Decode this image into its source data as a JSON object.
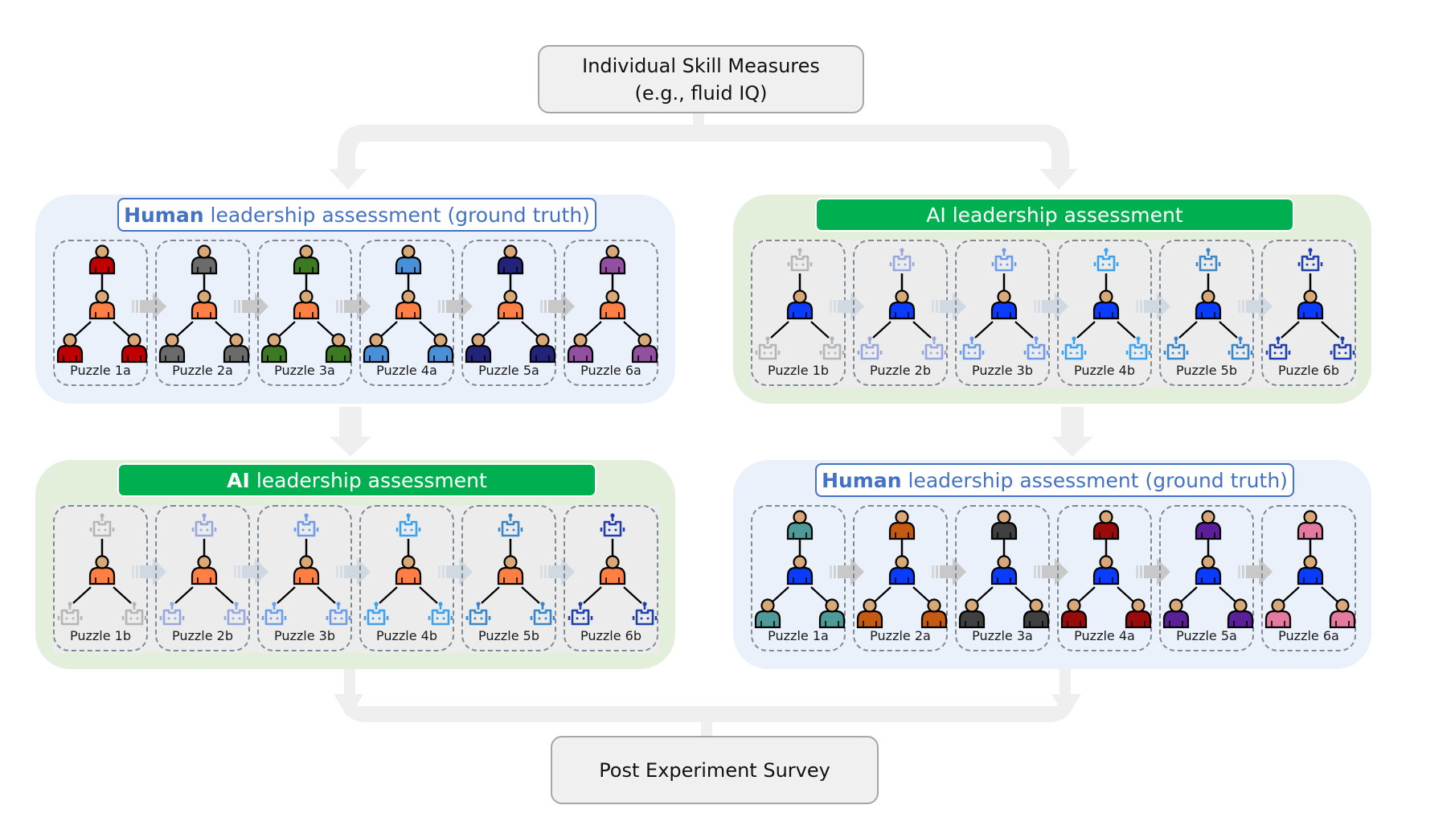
{
  "top_box": {
    "line1": "Individual Skill Measures",
    "line2": "(e.g., fluid IQ)"
  },
  "bottom_box": {
    "label": "Post Experiment Survey"
  },
  "colors": {
    "human_panel_bg": "#eaf1fa",
    "ai_panel_bg": "#e3eedb",
    "human_header_text": "#4472c4",
    "ai_header_bg": "#00b050",
    "connector": "#efefef",
    "puzzle_arrow": "#c8c8c8",
    "ai_puzzle_arrow": "#d0d8e2"
  },
  "panels": [
    {
      "id": "top-left",
      "kind": "human",
      "header": {
        "bold": "Human",
        "rest": "leadership assessment (ground truth)"
      },
      "leader_color": "#ff7f45",
      "puzzles": [
        {
          "label": "Puzzle 1a",
          "member_color": "#c00000",
          "member_type": "human"
        },
        {
          "label": "Puzzle 2a",
          "member_color": "#6b6b6b",
          "member_type": "human"
        },
        {
          "label": "Puzzle 3a",
          "member_color": "#3b7a23",
          "member_type": "human"
        },
        {
          "label": "Puzzle 4a",
          "member_color": "#4a90d9",
          "member_type": "human"
        },
        {
          "label": "Puzzle 5a",
          "member_color": "#23237a",
          "member_type": "human"
        },
        {
          "label": "Puzzle 6a",
          "member_color": "#934fa0",
          "member_type": "human"
        }
      ]
    },
    {
      "id": "top-right",
      "kind": "ai",
      "header": {
        "bold": "",
        "rest": "AI leadership assessment"
      },
      "leader_color": "#0a3cff",
      "puzzles": [
        {
          "label": "Puzzle 1b",
          "member_color": "#b5b5b5",
          "member_type": "robot"
        },
        {
          "label": "Puzzle 2b",
          "member_color": "#98a8dc",
          "member_type": "robot"
        },
        {
          "label": "Puzzle 3b",
          "member_color": "#6e9ce8",
          "member_type": "robot"
        },
        {
          "label": "Puzzle 4b",
          "member_color": "#3aa2f0",
          "member_type": "robot"
        },
        {
          "label": "Puzzle 5b",
          "member_color": "#3a86c8",
          "member_type": "robot"
        },
        {
          "label": "Puzzle 6b",
          "member_color": "#1f3fae",
          "member_type": "robot"
        }
      ]
    },
    {
      "id": "bottom-left",
      "kind": "ai",
      "header": {
        "bold": "AI",
        "rest": "leadership assessment"
      },
      "leader_color": "#ff7f45",
      "puzzles": [
        {
          "label": "Puzzle 1b",
          "member_color": "#b5b5b5",
          "member_type": "robot"
        },
        {
          "label": "Puzzle 2b",
          "member_color": "#98a8dc",
          "member_type": "robot"
        },
        {
          "label": "Puzzle 3b",
          "member_color": "#6e9ce8",
          "member_type": "robot"
        },
        {
          "label": "Puzzle 4b",
          "member_color": "#3aa2f0",
          "member_type": "robot"
        },
        {
          "label": "Puzzle 5b",
          "member_color": "#3a86c8",
          "member_type": "robot"
        },
        {
          "label": "Puzzle 6b",
          "member_color": "#1f3fae",
          "member_type": "robot"
        }
      ]
    },
    {
      "id": "bottom-right",
      "kind": "human",
      "header": {
        "bold": "Human",
        "rest": "leadership assessment (ground truth)"
      },
      "leader_color": "#0a3cff",
      "puzzles": [
        {
          "label": "Puzzle 1a",
          "member_color": "#4e9a98",
          "member_type": "human"
        },
        {
          "label": "Puzzle 2a",
          "member_color": "#c55a11",
          "member_type": "human"
        },
        {
          "label": "Puzzle 3a",
          "member_color": "#404040",
          "member_type": "human"
        },
        {
          "label": "Puzzle 4a",
          "member_color": "#9b0b0b",
          "member_type": "human"
        },
        {
          "label": "Puzzle 5a",
          "member_color": "#5b1f9a",
          "member_type": "human"
        },
        {
          "label": "Puzzle 6a",
          "member_color": "#e57aa0",
          "member_type": "human"
        }
      ]
    }
  ]
}
